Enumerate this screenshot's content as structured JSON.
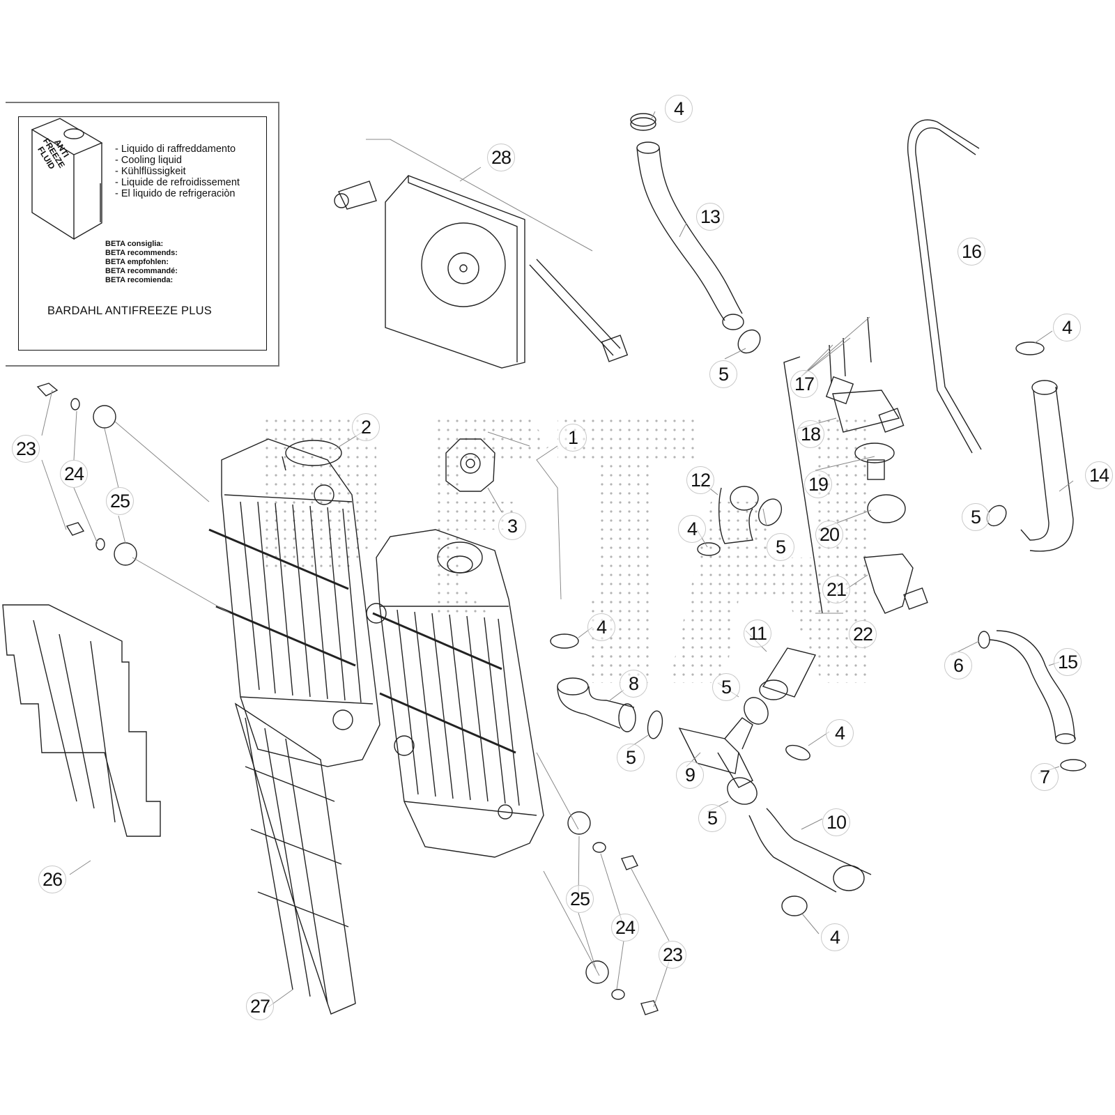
{
  "infobox": {
    "can_label": [
      "ANTI",
      "FREEZE",
      "FLUID"
    ],
    "languages": [
      "- Liquido di raffreddamento",
      "- Cooling liquid",
      "- Kühlflüssigkeit",
      "- Liquide de refroidissement",
      "- El liquido de refrigeraciòn"
    ],
    "recommends": [
      "BETA consiglia:",
      "BETA recommends:",
      "BETA empfohlen:",
      "BETA recommandé:",
      "BETA recomienda:"
    ],
    "product": "BARDAHL ANTIFREEZE PLUS"
  },
  "watermark": {
    "description": "dotted faded brand logo"
  },
  "parts": [
    {
      "ref": "1",
      "name": "radiator-assembly-set"
    },
    {
      "ref": "2",
      "name": "left-radiator"
    },
    {
      "ref": "3",
      "name": "radiator-cap"
    },
    {
      "ref": "4",
      "name": "hose-clamp"
    },
    {
      "ref": "5",
      "name": "hose-clamp-band"
    },
    {
      "ref": "6",
      "name": "small-clamp"
    },
    {
      "ref": "7",
      "name": "small-clamp"
    },
    {
      "ref": "8",
      "name": "elbow-hose"
    },
    {
      "ref": "9",
      "name": "y-junction"
    },
    {
      "ref": "10",
      "name": "lower-hose"
    },
    {
      "ref": "11",
      "name": "straight-hose"
    },
    {
      "ref": "12",
      "name": "elbow-hose-upper"
    },
    {
      "ref": "13",
      "name": "upper-hose"
    },
    {
      "ref": "14",
      "name": "l-hose"
    },
    {
      "ref": "15",
      "name": "bypass-hose"
    },
    {
      "ref": "16",
      "name": "overflow-tube"
    },
    {
      "ref": "17",
      "name": "thermostat-screws"
    },
    {
      "ref": "18",
      "name": "thermostat-housing"
    },
    {
      "ref": "19",
      "name": "thermostat"
    },
    {
      "ref": "20",
      "name": "o-ring"
    },
    {
      "ref": "21",
      "name": "thermostat-cover"
    },
    {
      "ref": "22",
      "name": "thermostat-assembly-set"
    },
    {
      "ref": "23",
      "name": "flange-bolt"
    },
    {
      "ref": "24",
      "name": "washer"
    },
    {
      "ref": "25",
      "name": "rubber-grommet"
    },
    {
      "ref": "26",
      "name": "left-radiator-guard"
    },
    {
      "ref": "27",
      "name": "right-radiator-guard"
    },
    {
      "ref": "28",
      "name": "cooling-fan-kit"
    }
  ],
  "callouts": [
    {
      "label": "4"
    },
    {
      "label": "28"
    },
    {
      "label": "13"
    },
    {
      "label": "16"
    },
    {
      "label": "5"
    },
    {
      "label": "17"
    },
    {
      "label": "4"
    },
    {
      "label": "18"
    },
    {
      "label": "2"
    },
    {
      "label": "1"
    },
    {
      "label": "23"
    },
    {
      "label": "24"
    },
    {
      "label": "25"
    },
    {
      "label": "3"
    },
    {
      "label": "12"
    },
    {
      "label": "19"
    },
    {
      "label": "14"
    },
    {
      "label": "4"
    },
    {
      "label": "5"
    },
    {
      "label": "5"
    },
    {
      "label": "20"
    },
    {
      "label": "21"
    },
    {
      "label": "22"
    },
    {
      "label": "4"
    },
    {
      "label": "11"
    },
    {
      "label": "6"
    },
    {
      "label": "15"
    },
    {
      "label": "8"
    },
    {
      "label": "5"
    },
    {
      "label": "4"
    },
    {
      "label": "5"
    },
    {
      "label": "9"
    },
    {
      "label": "7"
    },
    {
      "label": "5"
    },
    {
      "label": "10"
    },
    {
      "label": "26"
    },
    {
      "label": "25"
    },
    {
      "label": "24"
    },
    {
      "label": "4"
    },
    {
      "label": "23"
    },
    {
      "label": "27"
    }
  ]
}
